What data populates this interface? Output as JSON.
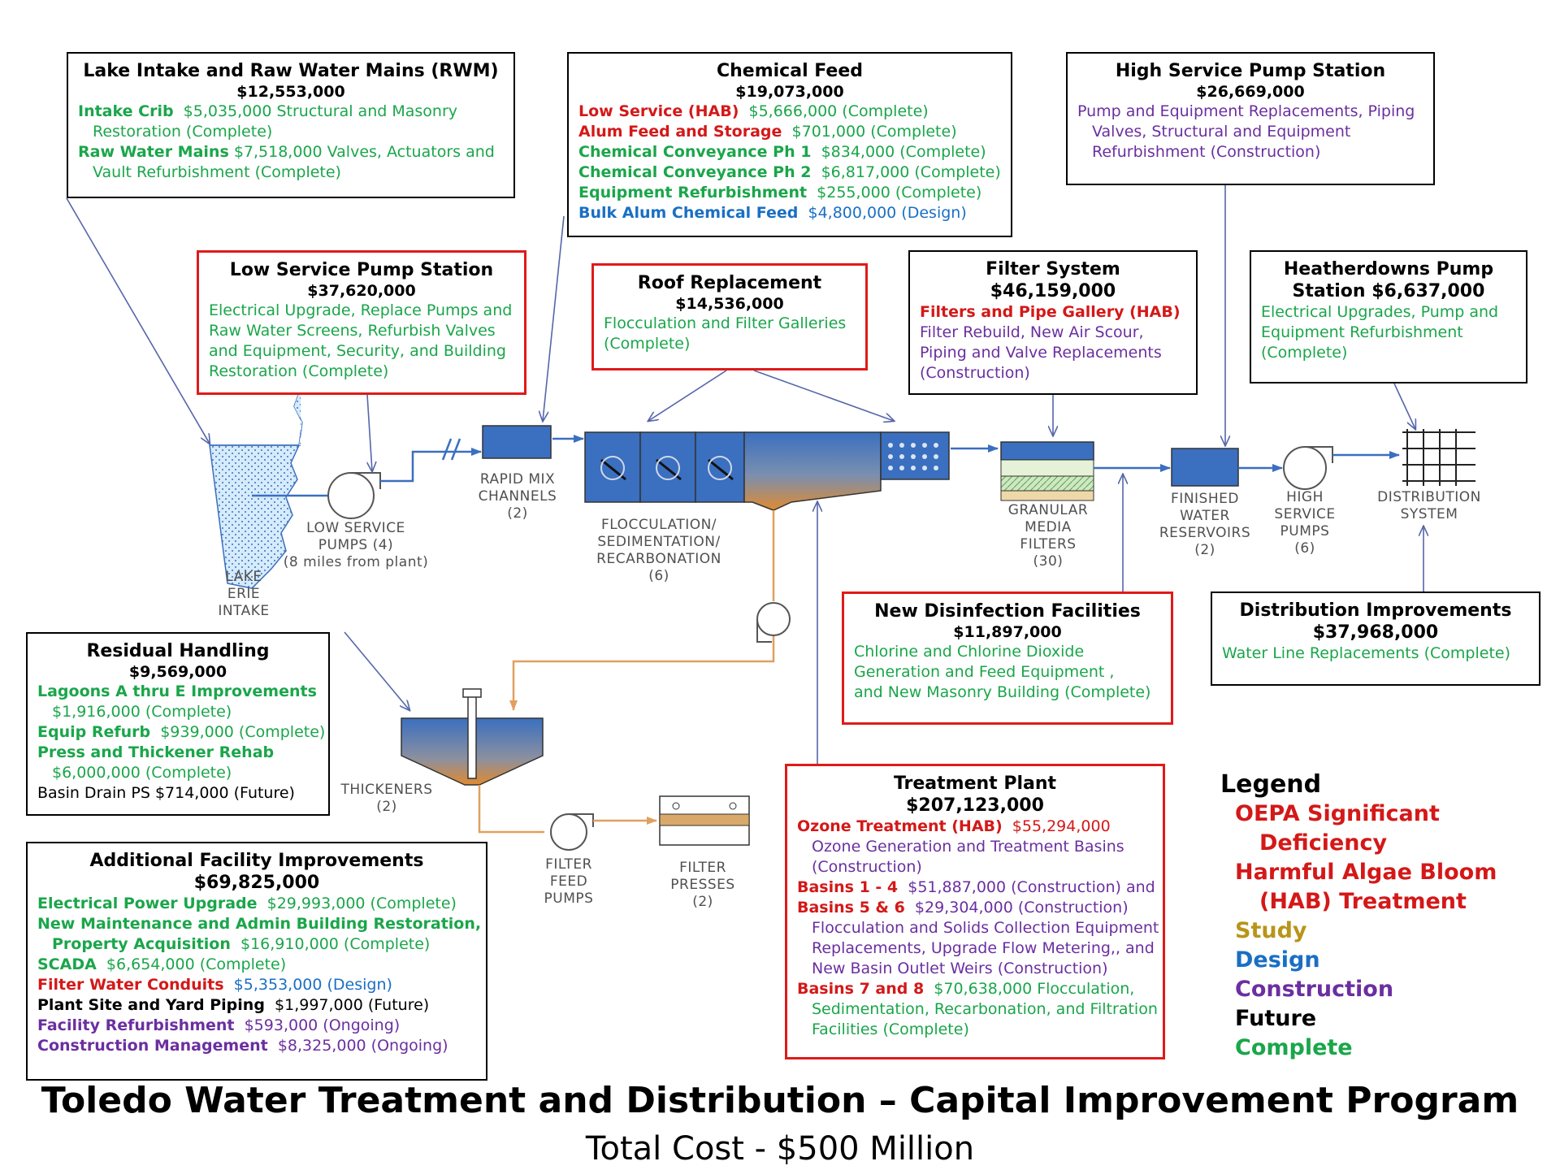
{
  "title": "Toledo Water Treatment and Distribution – Capital Improvement Program",
  "subtitle": "Total Cost - $500 Million",
  "colors": {
    "oepa": "#d41818",
    "hab": "#d41818",
    "study": "#b8951a",
    "design": "#1a6fc4",
    "construction": "#6b2fa0",
    "future": "#000000",
    "complete": "#1aa64a",
    "box_red_border": "#e01a1a",
    "water_blue": "#3b6fbf",
    "sludge_line": "#e0a060",
    "pointer": "#5566aa"
  },
  "boxes": {
    "lake_intake": {
      "title": "Lake Intake and Raw Water Mains (RWM)",
      "cost": "$12,553,000",
      "l1a": "Intake Crib",
      "l1b": "$5,035,000  Structural and Masonry",
      "l2": "Restoration  (Complete)",
      "l3a": "Raw Water Mains",
      "l3b": "$7,518,000  Valves, Actuators and",
      "l4": "Vault Refurbishment  (Complete)"
    },
    "chemical_feed": {
      "title": "Chemical Feed",
      "cost": "$19,073,000",
      "lines": [
        {
          "name": "Low Service (HAB)",
          "rest": "$5,666,000  (Complete)"
        },
        {
          "name": "Alum Feed and Storage",
          "rest": "$701,000  (Complete)"
        },
        {
          "name": "Chemical Conveyance Ph 1",
          "rest": "$834,000  (Complete)"
        },
        {
          "name": "Chemical Conveyance Ph 2",
          "rest": "$6,817,000  (Complete)"
        },
        {
          "name": "Equipment Refurbishment",
          "rest": "$255,000  (Complete)"
        },
        {
          "name": "Bulk Alum Chemical Feed",
          "rest": "$4,800,000  (Design)"
        }
      ]
    },
    "high_service": {
      "title": "High  Service Pump Station",
      "cost": "$26,669,000",
      "l1": "Pump and Equipment Replacements, Piping",
      "l2": "Valves, Structural and Equipment",
      "l3": "Refurbishment  (Construction)"
    },
    "low_service": {
      "title": "Low Service Pump Station",
      "cost": "$37,620,000",
      "l1": "Electrical Upgrade, Replace Pumps and",
      "l2": "Raw Water Screens, Refurbish Valves",
      "l3": "and Equipment, Security, and Building",
      "l4": "Restoration  (Complete)"
    },
    "roof": {
      "title": "Roof Replacement",
      "cost": "$14,536,000",
      "l1": "Flocculation and Filter Galleries",
      "l2": "(Complete)"
    },
    "filter_system": {
      "title": "Filter System",
      "cost": "$46,159,000",
      "l1": "Filters and Pipe Gallery (HAB)",
      "l2": "Filter Rebuild,  New Air Scour,",
      "l3": "Piping and Valve Replacements",
      "l4": "(Construction)"
    },
    "heatherdowns": {
      "title": "Heatherdowns Pump",
      "title2": "Station  $6,637,000",
      "l1": "Electrical  Upgrades, Pump and",
      "l2": "Equipment Refurbishment",
      "l3": "(Complete)"
    },
    "disinfection": {
      "title": "New Disinfection Facilities",
      "cost": "$11,897,000",
      "l1": "Chlorine and Chlorine Dioxide",
      "l2": "Generation and Feed Equipment ,",
      "l3": "and New Masonry Building  (Complete)"
    },
    "distribution": {
      "title": "Distribution Improvements",
      "cost": "$37,968,000",
      "l1": "Water Line Replacements (Complete)"
    },
    "residual": {
      "title": "Residual Handling",
      "cost": "$9,569,000",
      "l1": "Lagoons A thru E Improvements",
      "l2": "$1,916,000  (Complete)",
      "l3a": "Equip Refurb",
      "l3b": "$939,000 (Complete)",
      "l4": "Press and Thickener Rehab",
      "l5": "$6,000,000  (Complete)",
      "l6": "Basin Drain PS  $714,000 (Future)"
    },
    "additional": {
      "title": "Additional Facility Improvements",
      "cost": "$69,825,000",
      "l1a": "Electrical Power Upgrade",
      "l1b": "$29,993,000  (Complete)",
      "l2": "New Maintenance and Admin Building Restoration,",
      "l3a": "Property Acquisition",
      "l3b": "$16,910,000  (Complete)",
      "l4a": "SCADA",
      "l4b": "$6,654,000  (Complete)",
      "l5a": "Filter Water Conduits",
      "l5b": "$5,353,000 (Design)",
      "l6a": "Plant Site and Yard Piping",
      "l6b": "$1,997,000  (Future)",
      "l7a": "Facility Refurbishment",
      "l7b": "$593,000  (Ongoing)",
      "l8a": "Construction Management",
      "l8b": "$8,325,000  (Ongoing)"
    },
    "treatment": {
      "title": "Treatment Plant",
      "cost": "$207,123,000",
      "l1a": "Ozone Treatment  (HAB)",
      "l1b": "$55,294,000",
      "l2": "Ozone Generation and Treatment  Basins",
      "l3": "(Construction)",
      "l4a": "Basins 1 - 4",
      "l4b": "$51,887,000 (Construction) and",
      "l5a": "Basins 5 & 6",
      "l5b": "$29,304,000 (Construction)",
      "l6": "Flocculation and Solids Collection Equipment",
      "l7": "Replacements, Upgrade Flow Metering,, and",
      "l8": "New Basin Outlet Weirs (Construction)",
      "l9a": "Basins 7 and 8",
      "l9b": "$70,638,000  Flocculation,",
      "l10": "Sedimentation, Recarbonation, and Filtration",
      "l11": "Facilities (Complete)"
    }
  },
  "process_labels": {
    "rapid_mix": [
      "RAPID MIX",
      "CHANNELS",
      "(2)"
    ],
    "low_pumps": [
      "LOW SERVICE",
      "PUMPS (4)",
      "(8 miles from plant)"
    ],
    "lake": [
      "LAKE",
      "ERIE",
      "INTAKE"
    ],
    "floc": [
      "FLOCCULATION/",
      "SEDIMENTATION/",
      "RECARBONATION",
      "(6)"
    ],
    "gmf": [
      "GRANULAR",
      "MEDIA",
      "FILTERS",
      "(30)"
    ],
    "finished": [
      "FINISHED",
      "WATER",
      "RESERVOIRS",
      "(2)"
    ],
    "high_pumps": [
      "HIGH",
      "SERVICE",
      "PUMPS",
      "(6)"
    ],
    "dist_sys": [
      "DISTRIBUTION",
      "SYSTEM"
    ],
    "thickeners": [
      "THICKENERS",
      "(2)"
    ],
    "filter_feed": [
      "FILTER",
      "FEED",
      "PUMPS"
    ],
    "filter_presses": [
      "FILTER",
      "PRESSES",
      "(2)"
    ]
  },
  "legend": {
    "heading": "Legend",
    "oepa_1": "OEPA Significant",
    "oepa_2": "Deficiency",
    "hab_1": "Harmful Algae Bloom",
    "hab_2": "(HAB) Treatment",
    "study": "Study",
    "design": "Design",
    "construction": "Construction",
    "future": "Future",
    "complete": "Complete"
  }
}
